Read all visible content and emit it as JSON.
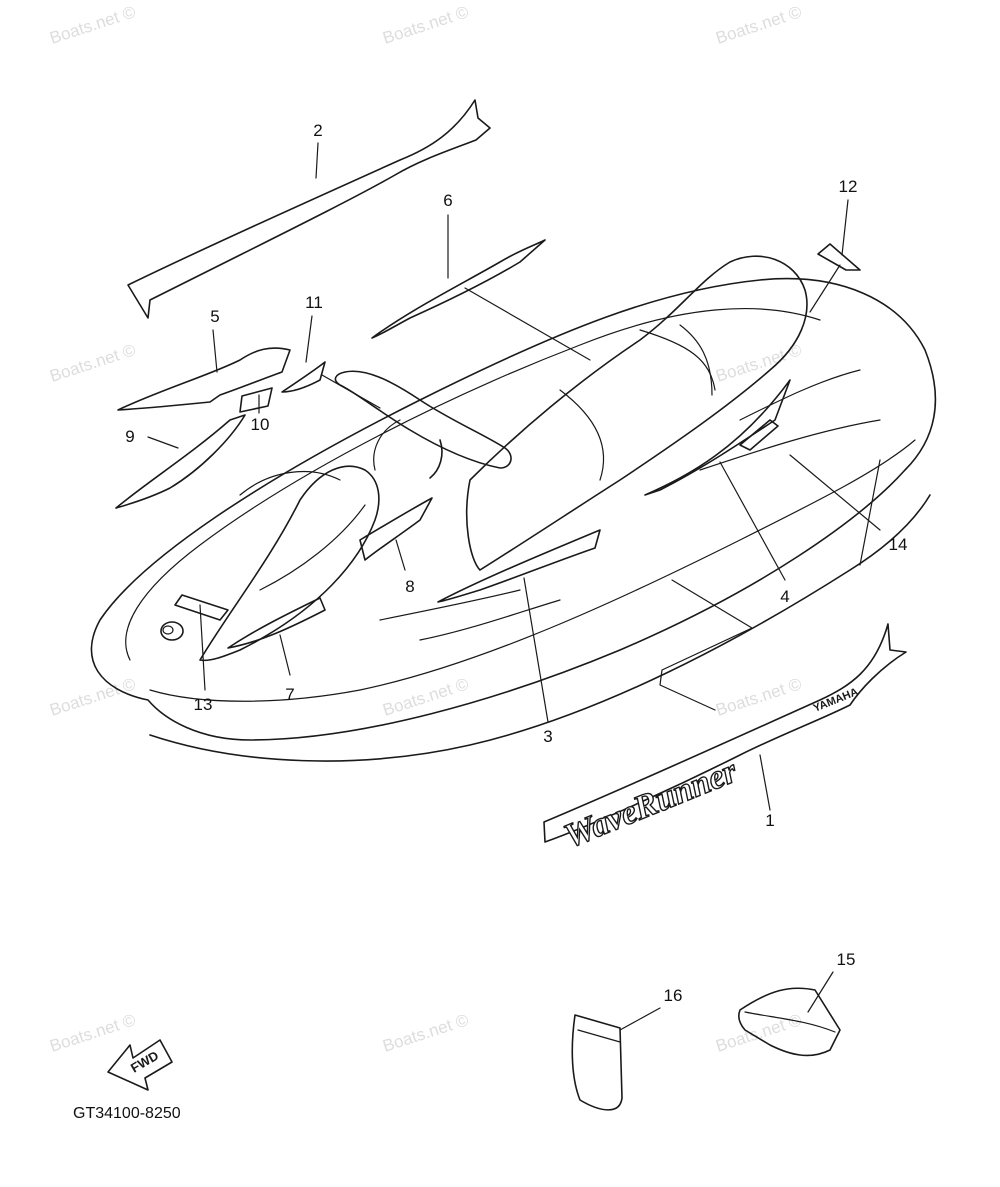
{
  "diagram": {
    "part_number": "GT34100-8250",
    "watermark": "Boats.net ©",
    "fwd_label": "FWD",
    "decal_logo_text": "WaveRunner",
    "decal_brand_text": "YAMAHA",
    "callouts": [
      "1",
      "2",
      "3",
      "4",
      "5",
      "6",
      "7",
      "8",
      "9",
      "10",
      "11",
      "12",
      "13",
      "14",
      "15",
      "16"
    ]
  }
}
